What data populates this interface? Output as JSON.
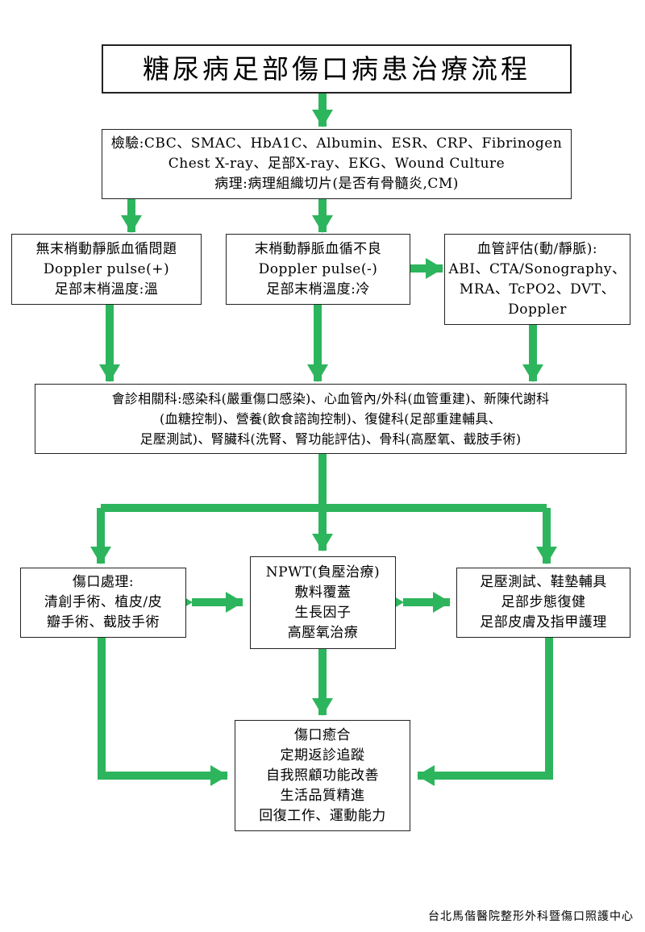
{
  "title": "糖尿病足部傷口病患治療流程",
  "colors": {
    "arrow": "#2db55d",
    "border": "#222222"
  },
  "nodes": {
    "tests": [
      "檢驗:CBC、SMAC、HbA1C、Albumin、ESR、CRP、Fibrinogen",
      "Chest X-ray、足部X-ray、EKG、Wound Culture",
      "病理:病理組織切片(是否有骨髓炎,CM)"
    ],
    "no_circulation_issue": [
      "無末梢動靜脈血循問題",
      "Doppler pulse(+)",
      "足部末梢溫度:溫"
    ],
    "poor_circulation": [
      "末梢動靜脈血循不良",
      "Doppler pulse(-)",
      "足部末梢溫度:冷"
    ],
    "vascular_assessment": [
      "血管評估(動/靜脈):",
      "ABI、CTA/Sonography、",
      "MRA、TcPO2、DVT、",
      "Doppler"
    ],
    "consult": [
      "會診相關科:感染科(嚴重傷口感染)、心血管內/外科(血管重建)、新陳代謝科",
      "(血糖控制)、營養(飲食諮詢控制)、復健科(足部重建輔具、",
      "足壓測試)、腎臟科(洗腎、腎功能評估)、骨科(高壓氧、截肢手術)"
    ],
    "wound_care": [
      "傷口處理:",
      "清創手術、植皮/皮",
      "瓣手術、截肢手術"
    ],
    "npwt": [
      "NPWT(負壓治療)",
      "敷料覆蓋",
      "生長因子",
      "高壓氧治療"
    ],
    "foot_support": [
      "足壓測試、鞋墊輔具",
      "足部步態復健",
      "足部皮膚及指甲護理"
    ],
    "outcome": [
      "傷口癒合",
      "定期返診追蹤",
      "自我照顧功能改善",
      "生活品質精進",
      "回復工作、運動能力"
    ]
  },
  "footer": "台北馬偕醫院整形外科暨傷口照護中心"
}
